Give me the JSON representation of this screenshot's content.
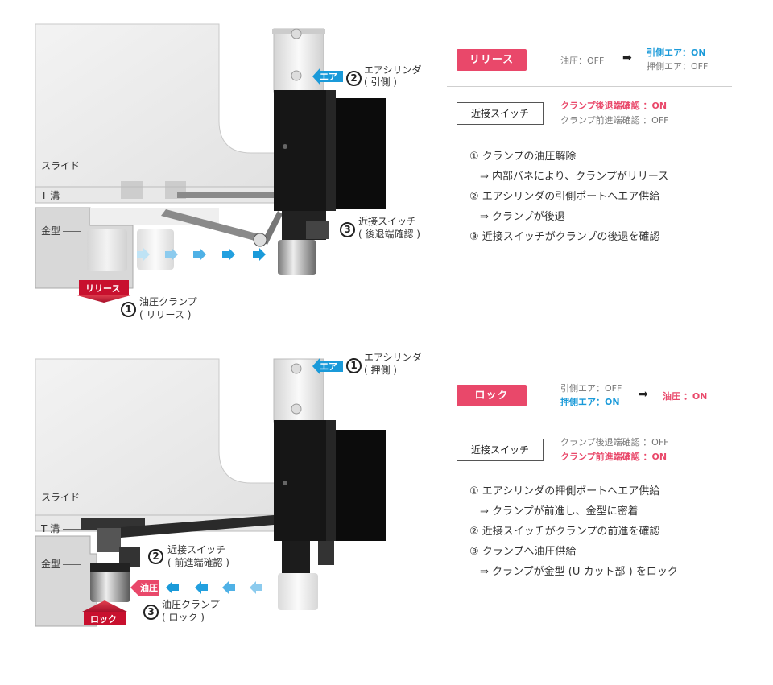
{
  "top": {
    "labels": {
      "slide": "スライド",
      "tslot": "T 溝",
      "die": "金型",
      "air_tag": "エア",
      "release_tag": "リリース",
      "n1": "1",
      "n2": "2",
      "n3": "3",
      "c2_line1": "エアシリンダ",
      "c2_line2": "( 引側 )",
      "c3_line1": "近接スイッチ",
      "c3_line2": "( 後退端確認 )",
      "c1_line1": "油圧クランプ",
      "c1_line2": "( リリース )"
    },
    "panel": {
      "button": "リリース",
      "oil": "油圧：OFF",
      "arrow": "➡",
      "air_pull": "引側エア：ON",
      "air_push": "押側エア：OFF",
      "switch_box": "近接スイッチ",
      "sw_retract": "クランプ後退端確認 ：ON",
      "sw_advance": "クランプ前進端確認 ：OFF",
      "steps": [
        "① クランプの油圧解除",
        "　⇒ 内部バネにより、クランプがリリース",
        "② エアシリンダの引側ポートへエア供給",
        "　⇒ クランプが後退",
        "③ 近接スイッチがクランプの後退を確認"
      ]
    }
  },
  "bottom": {
    "labels": {
      "slide": "スライド",
      "tslot": "T 溝",
      "die": "金型",
      "air_tag": "エア",
      "oil_tag": "油圧",
      "lock_tag": "ロック",
      "n1": "1",
      "n2": "2",
      "n3": "3",
      "c1_line1": "エアシリンダ",
      "c1_line2": "( 押側 )",
      "c2_line1": "近接スイッチ",
      "c2_line2": "( 前進端確認 )",
      "c3_line1": "油圧クランプ",
      "c3_line2": "( ロック )"
    },
    "panel": {
      "button": "ロック",
      "air_pull": "引側エア：OFF",
      "air_push": "押側エア：ON",
      "arrow": "➡",
      "oil": "油圧 ：ON",
      "switch_box": "近接スイッチ",
      "sw_retract": "クランプ後退端確認 ：OFF",
      "sw_advance": "クランプ前進端確認 ：ON",
      "steps": [
        "① エアシリンダの押側ポートへエア供給",
        "　⇒ クランプが前進し、金型に密着",
        "② 近接スイッチがクランプの前進を確認",
        "③ クランプへ油圧供給",
        "　⇒ クランプが金型 (U カット部 ) をロック"
      ]
    }
  },
  "colors": {
    "accent_pink": "#e9486a",
    "air_blue": "#1a9ad9",
    "oil_red": "#c8102e",
    "slide_gray": "#ececec"
  }
}
